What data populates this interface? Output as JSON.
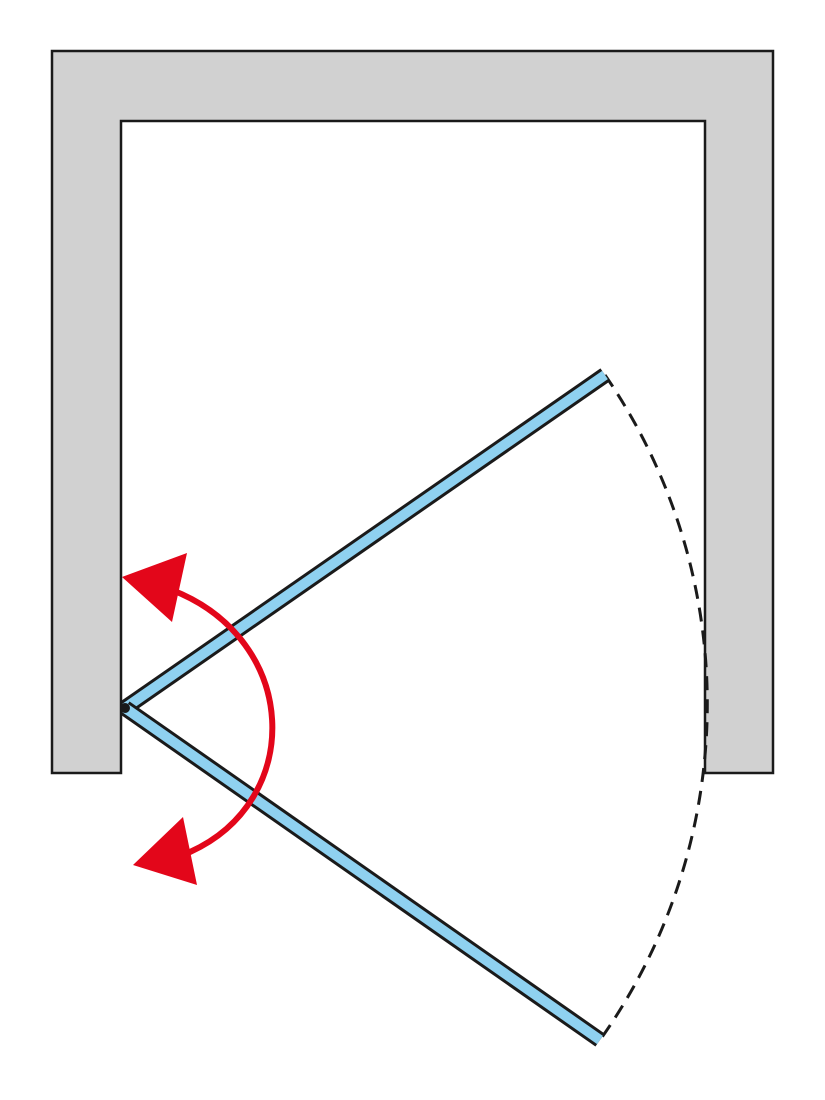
{
  "diagram": {
    "kind": "swing door plan view",
    "door_positions": [
      "open-outward",
      "open-inward"
    ],
    "swing_directions": 2
  },
  "colors": {
    "background": "#ffffff",
    "wall_fill": "#d1d1d1",
    "outline": "#1a1a1a",
    "glass_panel": "#8fd1f0",
    "swing_arrow": "#e3061a",
    "swing_path": "#1a1a1a"
  }
}
